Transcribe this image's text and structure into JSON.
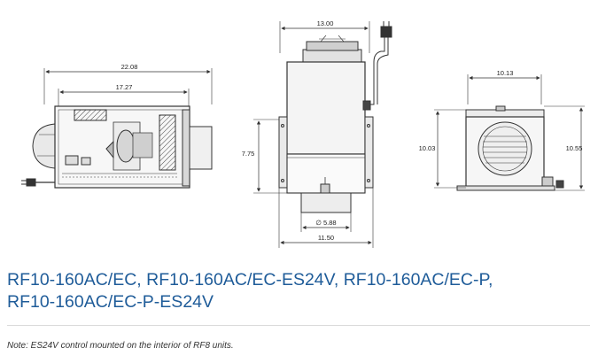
{
  "dimensions": {
    "side_overall_length": "22.08",
    "side_body_length": "17.27",
    "front_width": "13.00",
    "front_mount_height": "7.75",
    "front_duct_diameter": "∅ 5.88",
    "front_base_width": "11.50",
    "end_width": "10.13",
    "end_height": "10.03",
    "end_overall_height": "10.55"
  },
  "title": {
    "line1": "RF10-160AC/EC, RF10-160AC/EC-ES24V, RF10-160AC/EC-P,",
    "line2": "RF10-160AC/EC-P-ES24V"
  },
  "note": "Note: ES24V control mounted on the interior of RF8 units.",
  "colors": {
    "title": "#1f5c99",
    "line": "#333333"
  }
}
